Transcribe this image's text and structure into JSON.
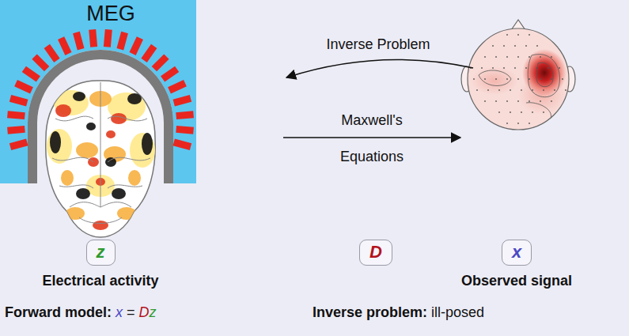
{
  "diagram": {
    "nodes": [
      {
        "text": [
          "MEG"
        ]
      },
      {
        "text": [
          "z",
          "Electrical activity"
        ]
      },
      {
        "text": [
          "D"
        ]
      },
      {
        "text": [
          "x",
          "Observed signal"
        ]
      }
    ],
    "labels": [
      "Inverse Problem",
      "Maxwell's Equations",
      "Forward model: x = Dz",
      "Inverse problem: ill-posed"
    ]
  }
}
